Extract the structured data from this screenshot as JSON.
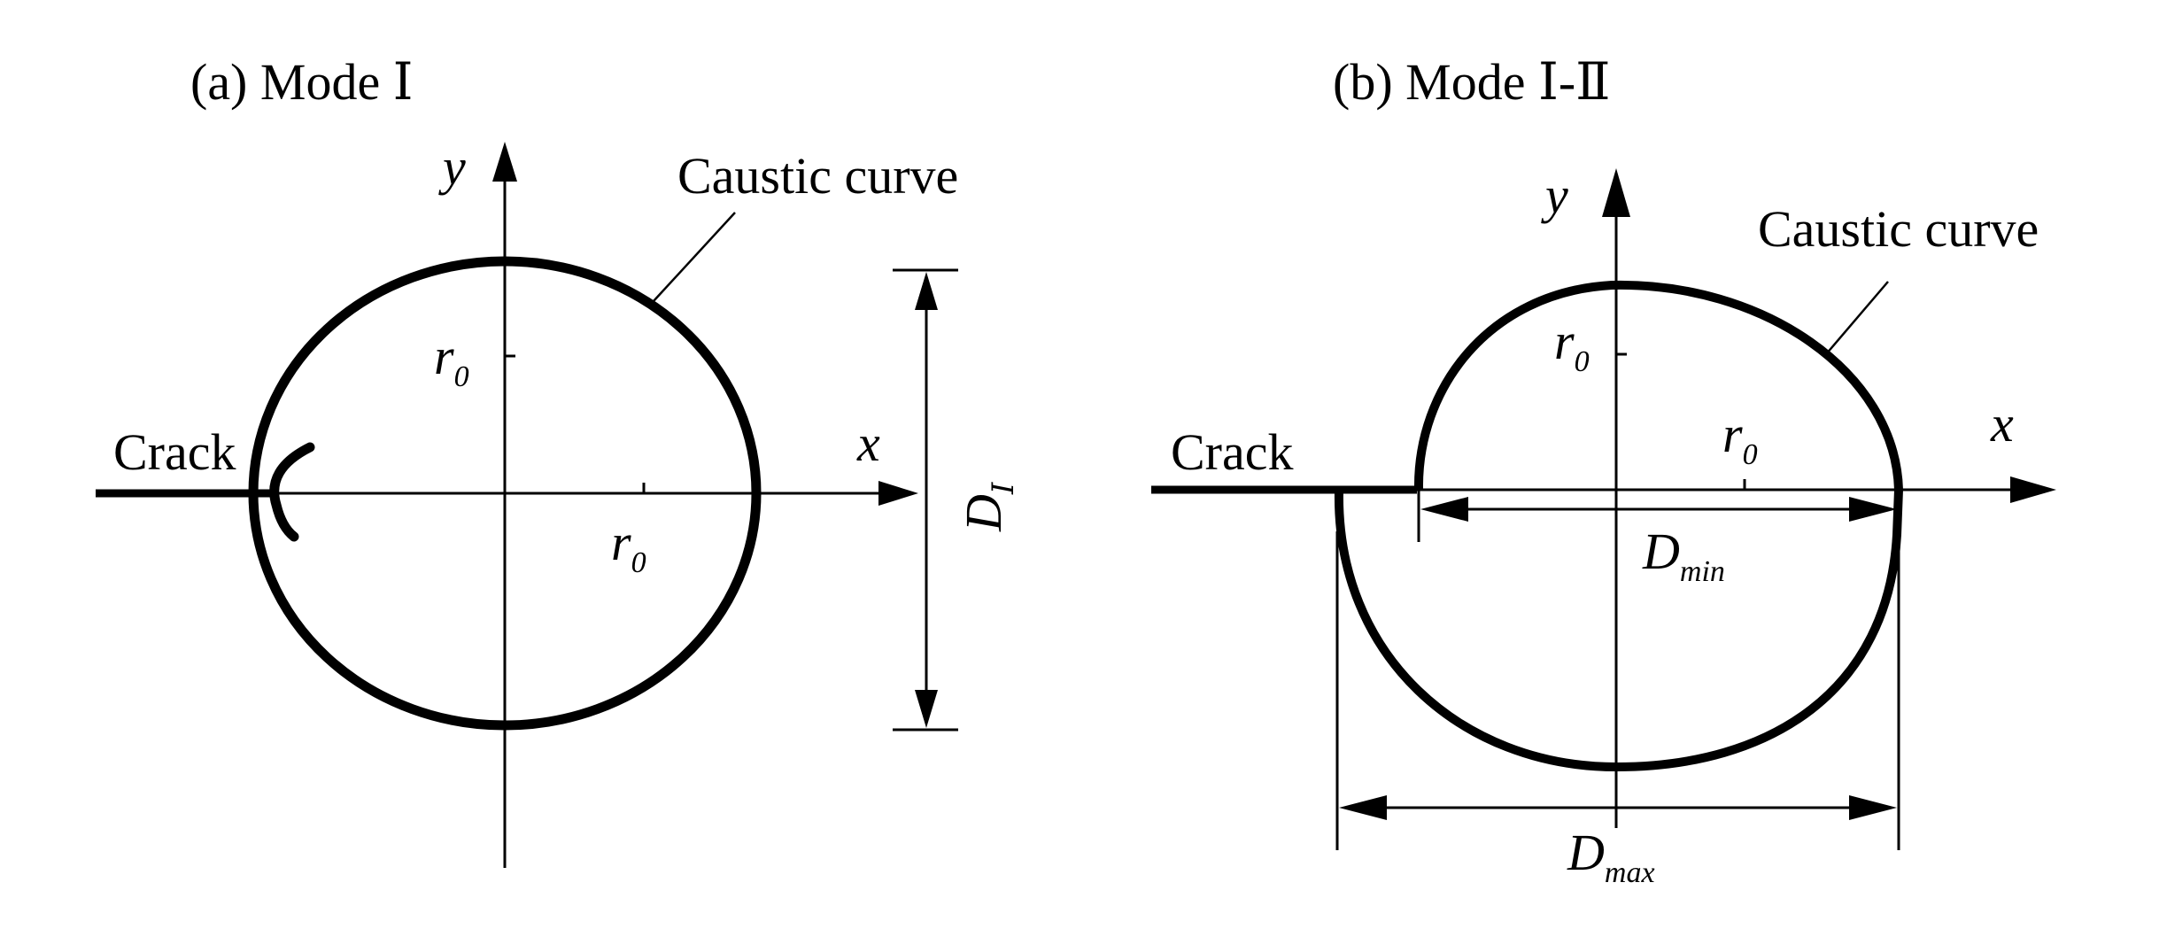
{
  "panel_a": {
    "title": "(a)  Mode Ⅰ",
    "curve_label": "Caustic curve",
    "crack_label": "Crack",
    "axis_x": "x",
    "axis_y": "y",
    "r_label": "r",
    "r_sub": "0",
    "d_label": "D",
    "d_sub": "Ⅰ"
  },
  "panel_b": {
    "title": "(b)  Mode Ⅰ-Ⅱ",
    "curve_label": "Caustic curve",
    "crack_label": "Crack",
    "axis_x": "x",
    "axis_y": "y",
    "r_label": "r",
    "r_sub": "0",
    "dmin_label": "D",
    "dmin_sub": "min",
    "dmax_label": "D",
    "dmax_sub": "max"
  }
}
